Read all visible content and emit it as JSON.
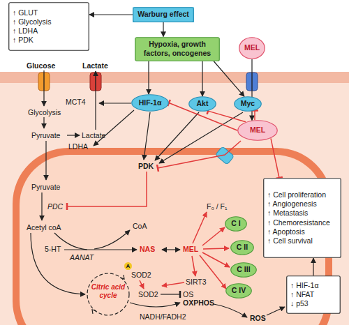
{
  "diagram": {
    "nodes": [
      {
        "text": [
          "↑ GLUT",
          "↑ Glycolysis",
          "↑ LDHA",
          "↑ PDK"
        ]
      },
      {
        "text": [
          "Warburg effect"
        ]
      },
      {
        "text": [
          "Hypoxia, growth factors, oncogenes"
        ]
      },
      {
        "text": [
          "MEL"
        ]
      },
      {
        "text": [
          "HIF-1α"
        ]
      },
      {
        "text": [
          "Akt"
        ]
      },
      {
        "text": [
          "Myc"
        ]
      },
      {
        "text": [
          "MEL"
        ]
      },
      {
        "text": [
          "C I"
        ]
      },
      {
        "text": [
          "C II"
        ]
      },
      {
        "text": [
          "C III"
        ]
      },
      {
        "text": [
          "C IV"
        ]
      },
      {
        "text": [
          "↑ Cell proliferation",
          "↑ Angiogenesis",
          "↑ Metastasis",
          "↑ Chemoresistance",
          "↑ Apoptosis",
          "↑ Cell survival"
        ]
      },
      {
        "text": [
          "↑ HIF-1α",
          "↑ NFAT",
          "↓ p53"
        ]
      }
    ],
    "edges": [
      {
        "from": 1,
        "to": 0,
        "arrow": "to"
      },
      {
        "from": 1,
        "to": 2,
        "arrow": "to"
      },
      {
        "from": 2,
        "to": 4,
        "arrow": "to"
      },
      {
        "from": 2,
        "to": 5,
        "arrow": "to"
      },
      {
        "from": 2,
        "to": 6,
        "arrow": "to"
      },
      {
        "from": 3,
        "to": 7,
        "arrow": "to"
      },
      {
        "from": 7,
        "to": 4,
        "arrow": "to"
      },
      {
        "from": 7,
        "to": 5,
        "arrow": "to"
      },
      {
        "from": 7,
        "to": 6,
        "arrow": "to"
      },
      {
        "from": 7,
        "to": 12,
        "arrow": "to"
      },
      {
        "from": 13,
        "to": 12,
        "arrow": "to"
      }
    ],
    "labels": [
      "Glucose",
      "Lactate",
      "MCT4",
      "Glycolysis",
      "Pyruvate",
      "Lactate",
      "LDHA",
      "PDK",
      "Pyruvate",
      "PDC",
      "Acetyl coA",
      "CoA",
      "5-HT",
      "AANAT",
      "NAS",
      "MEL",
      "F₀ / F₁",
      "A",
      "SOD2",
      "SIRT3",
      "SOD2",
      "OS",
      "Citric acid cycle",
      "OXPHOS",
      "NADH/FADH2",
      "ROS"
    ]
  }
}
